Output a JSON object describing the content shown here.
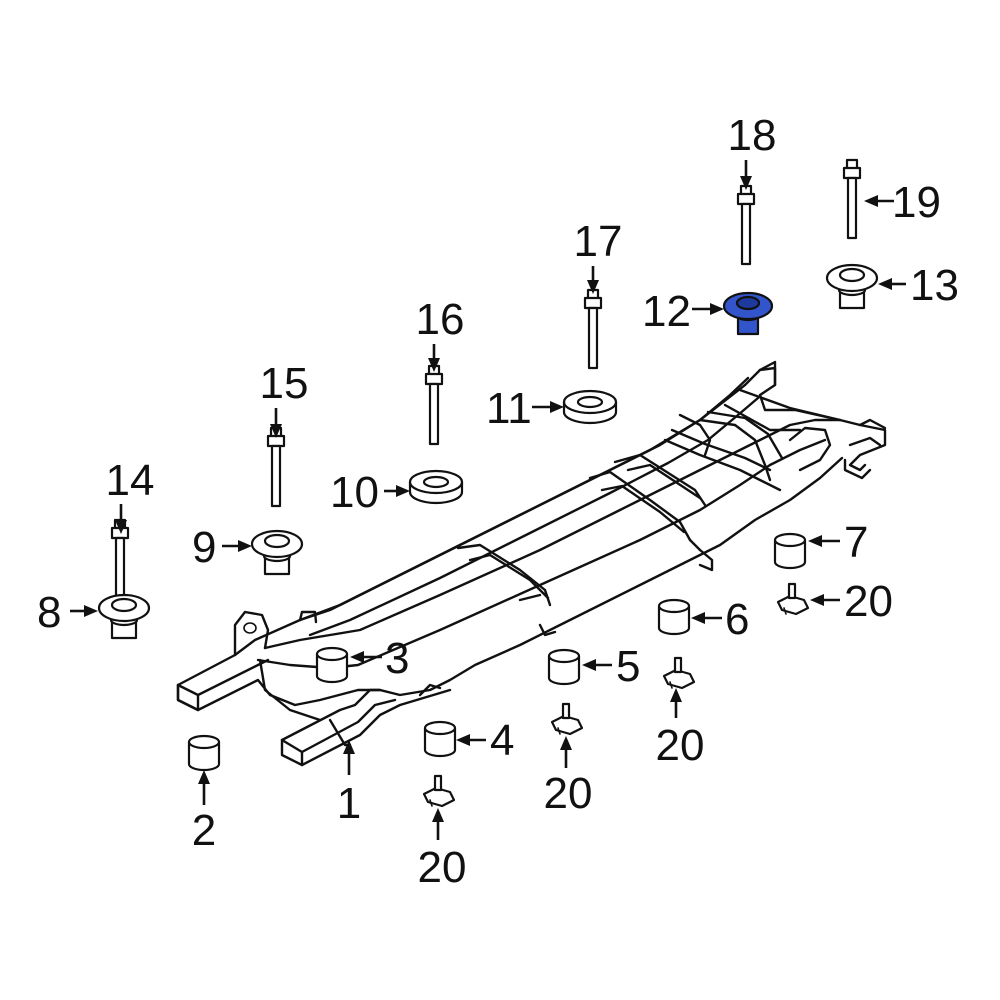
{
  "colors": {
    "highlight": "#3355cc",
    "line": "#111111",
    "background": "#ffffff"
  },
  "callouts": {
    "c1": "1",
    "c2": "2",
    "c3": "3",
    "c4": "4",
    "c5": "5",
    "c6": "6",
    "c7": "7",
    "c8": "8",
    "c9": "9",
    "c10": "10",
    "c11": "11",
    "c12": "12",
    "c13": "13",
    "c14": "14",
    "c15": "15",
    "c16": "16",
    "c17": "17",
    "c18": "18",
    "c19": "19",
    "c20a": "20",
    "c20b": "20",
    "c20c": "20",
    "c20d": "20"
  },
  "highlighted_part": "12"
}
